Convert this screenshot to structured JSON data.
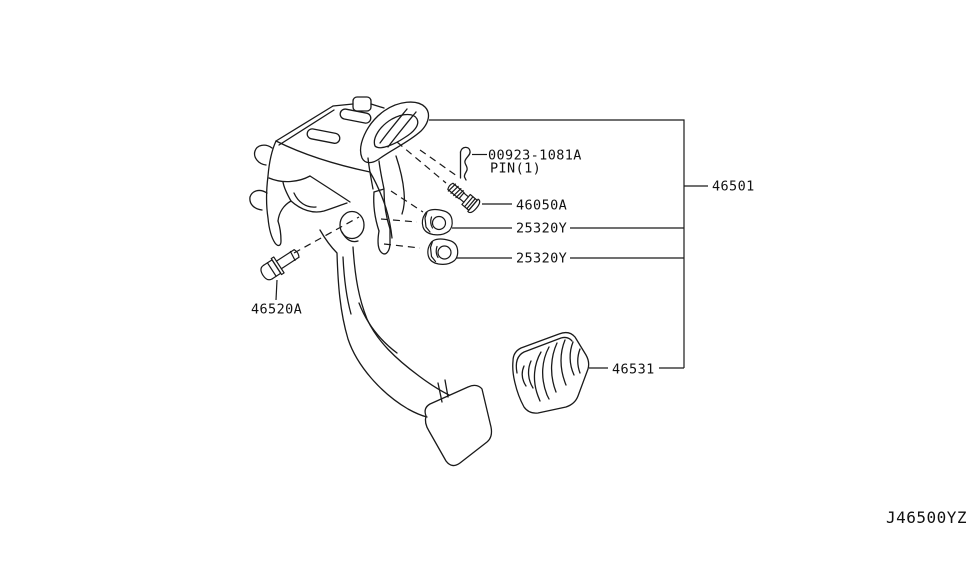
{
  "diagram": {
    "drawing_code": "J46500YZ",
    "background_color": "#ffffff",
    "line_color": "#1a1a1a",
    "callouts": [
      {
        "part_number": "00923-1081A",
        "note": "PIN(1)"
      },
      {
        "part_number": "46050A"
      },
      {
        "part_number": "25320Y"
      },
      {
        "part_number": "25320Y"
      },
      {
        "part_number": "46520A"
      },
      {
        "part_number": "46501"
      },
      {
        "part_number": "46531"
      }
    ]
  }
}
